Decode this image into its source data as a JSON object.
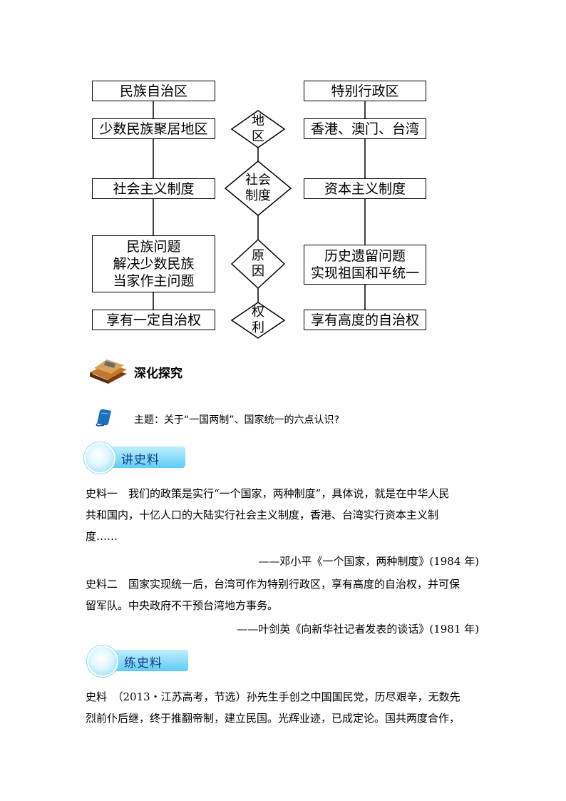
{
  "diagram": {
    "left_title": "民族自治区",
    "right_title": "特别行政区",
    "rows": [
      {
        "left": "少数民族聚居地区",
        "center": [
          "地",
          "区"
        ],
        "right": "香港、澳门、台湾"
      },
      {
        "left": "社会主义制度",
        "center": [
          "社会",
          "制度"
        ],
        "right": "资本主义制度"
      },
      {
        "left": [
          "民族问题",
          "解决少数民族",
          "当家作主问题"
        ],
        "center": [
          "原",
          "因"
        ],
        "right": [
          "历史遗留问题",
          "实现祖国和平统一"
        ]
      },
      {
        "left": "享有一定自治权",
        "center": [
          "权",
          "利"
        ],
        "right": "享有高度的自治权"
      }
    ]
  },
  "section": {
    "title": "深化探究",
    "theme": "主题：关于“一国两制”、国家统一的六点认识?"
  },
  "badges": {
    "jiang": "讲史料",
    "lian": "练史料"
  },
  "materials": {
    "m1_text_line1": "史料一　我们的政策是实行“一个国家，两种制度”，具体说，就是在中华人民",
    "m1_text_line2": "共和国内，十亿人口的大陆实行社会主义制度，香港、台湾实行资本主义制",
    "m1_text_line3": "度……",
    "m1_source": "——邓小平《一个国家，两种制度》(1984 年)",
    "m2_text_line1": "史料二　国家实现统一后，台湾可作为特别行政区，享有高度的自治权，并可保",
    "m2_text_line2": "留军队。中央政府不干预台湾地方事务。",
    "m2_source": "——叶剑英《向新华社记者发表的谈话》(1981 年)",
    "m3_text_line1": "史料　（2013・江苏高考，节选）孙先生手创之中国国民党，历尽艰辛，无数先",
    "m3_text_line2": "烈前仆后继，终于推翻帝制，建立民国。光辉业迹，已成定论。国共两度合作，"
  }
}
